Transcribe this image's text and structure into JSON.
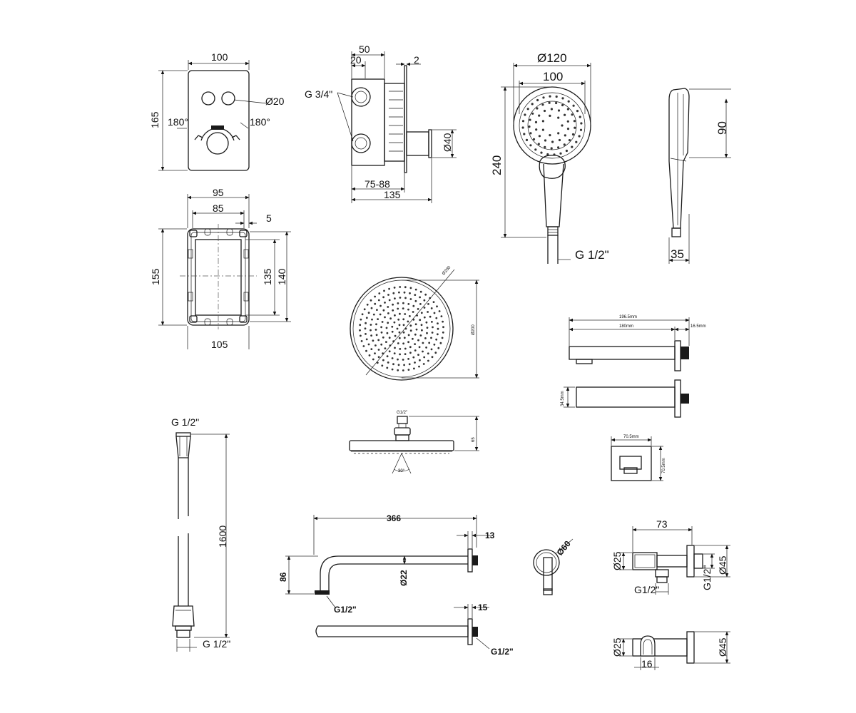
{
  "mixer_front": {
    "width": "100",
    "height": "165",
    "knob_dia": "Ø20",
    "rotation_left": "180°",
    "rotation_right": "180°"
  },
  "mixer_side": {
    "total_depth": "50",
    "offset": "20",
    "plate": "2",
    "inlet": "G 3/4\"",
    "dia": "Ø40",
    "adjust_range": "75-88",
    "overall": "135"
  },
  "box_front": {
    "outer_width": "95",
    "inner_width": "85",
    "gap": "5",
    "outer_height": "155",
    "inner_height": "135",
    "mid_height": "140",
    "base_width": "105"
  },
  "hand_shower": {
    "head_dia": "Ø120",
    "face_dia": "100",
    "length": "240",
    "thread": "G 1/2\"",
    "side_depth": "90",
    "side_width": "35"
  },
  "rain_head": {
    "dia_diag": "Ø200",
    "dia_side": "Ø200",
    "thread": "G1/2\"",
    "height": "65",
    "angle": "30°"
  },
  "spout": {
    "total_length": "196.5mm",
    "body_length": "180mm",
    "end": "16.5mm",
    "height": "34.5mm",
    "plate_width": "70.5mm",
    "plate_height": "70.5mm"
  },
  "hose": {
    "thread_top": "G 1/2\"",
    "length": "1600",
    "thread_bottom": "G 1/2\""
  },
  "shower_arm": {
    "length": "366",
    "flange": "13",
    "drop": "86",
    "tube_dia": "Ø22",
    "thread": "G1/2\""
  },
  "straight_arm": {
    "flange": "15",
    "thread": "G1/2\""
  },
  "arm_end": {
    "dia": "Ø60"
  },
  "wall_outlet": {
    "length": "73",
    "body_dia": "Ø25",
    "flange_dia": "Ø45",
    "thread_side": "G1/2\"",
    "thread_bottom": "G1/2\""
  },
  "holder": {
    "body_dia": "Ø25",
    "flange_dia": "Ø45",
    "width": "16"
  }
}
